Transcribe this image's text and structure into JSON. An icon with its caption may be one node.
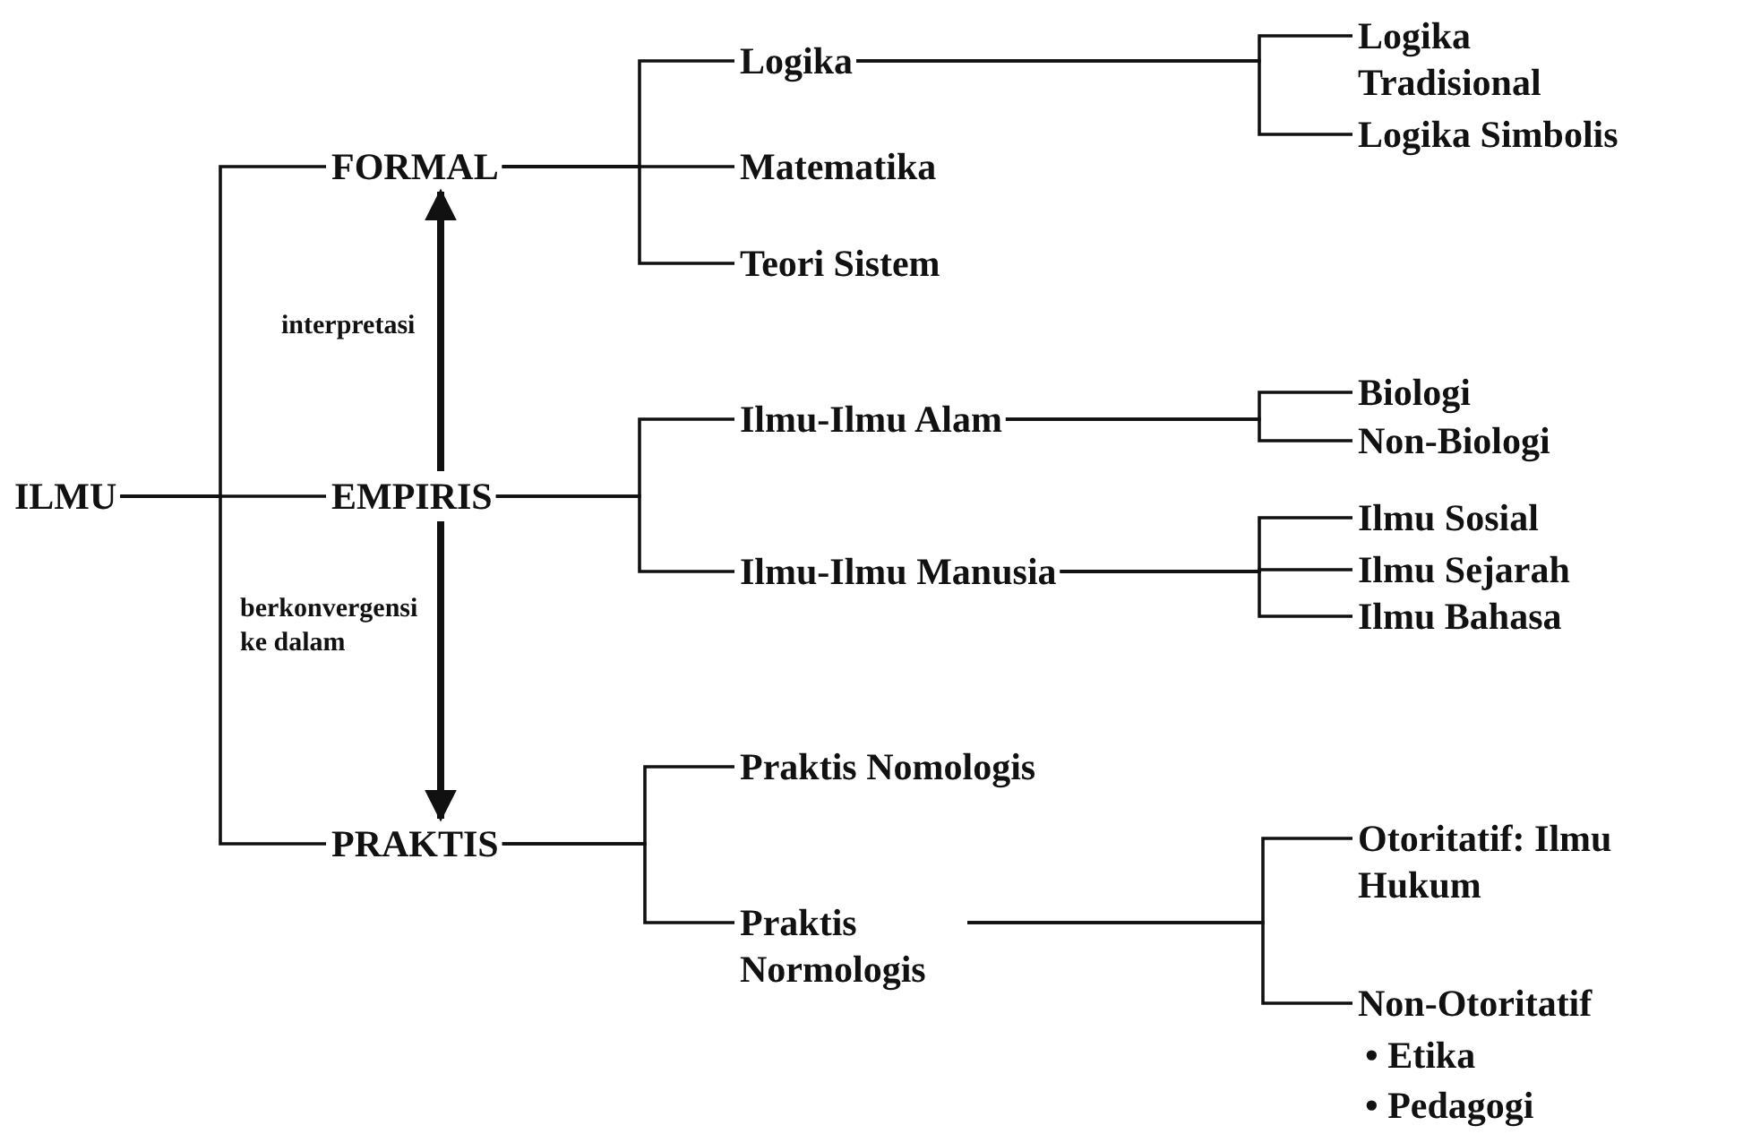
{
  "diagram": {
    "nodes": [
      {
        "text": [
          "ILMU"
        ]
      },
      {
        "text": [
          "FORMAL"
        ]
      },
      {
        "text": [
          "EMPIRIS"
        ]
      },
      {
        "text": [
          "PRAKTIS"
        ]
      },
      {
        "text": [
          "Logika"
        ]
      },
      {
        "text": [
          "Matematika"
        ]
      },
      {
        "text": [
          "Teori Sistem"
        ]
      },
      {
        "text": [
          "Logika Tradisional"
        ]
      },
      {
        "text": [
          "Logika Simbolis"
        ]
      },
      {
        "text": [
          "Ilmu-Ilmu Alam"
        ]
      },
      {
        "text": [
          "Ilmu-Ilmu Manusia"
        ]
      },
      {
        "text": [
          "Biologi"
        ]
      },
      {
        "text": [
          "Non-Biologi"
        ]
      },
      {
        "text": [
          "Ilmu Sosial"
        ]
      },
      {
        "text": [
          "Ilmu Sejarah"
        ]
      },
      {
        "text": [
          "Ilmu Bahasa"
        ]
      },
      {
        "text": [
          "Praktis Nomologis"
        ]
      },
      {
        "text": [
          "Praktis Normologis"
        ]
      },
      {
        "text": [
          "Otoritatif: Ilmu Hukum"
        ]
      },
      {
        "text": [
          "Non-Otoritatif",
          "• Etika",
          "• Pedagogi"
        ]
      }
    ],
    "edges": [
      {
        "from": 0,
        "to": 1,
        "arrow": "none"
      },
      {
        "from": 0,
        "to": 2,
        "arrow": "none"
      },
      {
        "from": 0,
        "to": 3,
        "arrow": "none"
      },
      {
        "from": 2,
        "to": 1,
        "arrow": "to",
        "label": "interpretasi",
        "style": "thick"
      },
      {
        "from": 2,
        "to": 3,
        "arrow": "to",
        "label": "berkonvergensi ke dalam",
        "style": "thick"
      },
      {
        "from": 1,
        "to": 4,
        "arrow": "none"
      },
      {
        "from": 1,
        "to": 5,
        "arrow": "none"
      },
      {
        "from": 1,
        "to": 6,
        "arrow": "none"
      },
      {
        "from": 4,
        "to": 7,
        "arrow": "none"
      },
      {
        "from": 4,
        "to": 8,
        "arrow": "none"
      },
      {
        "from": 2,
        "to": 9,
        "arrow": "none"
      },
      {
        "from": 2,
        "to": 10,
        "arrow": "none"
      },
      {
        "from": 9,
        "to": 11,
        "arrow": "none"
      },
      {
        "from": 9,
        "to": 12,
        "arrow": "none"
      },
      {
        "from": 10,
        "to": 13,
        "arrow": "none"
      },
      {
        "from": 10,
        "to": 14,
        "arrow": "none"
      },
      {
        "from": 10,
        "to": 15,
        "arrow": "none"
      },
      {
        "from": 3,
        "to": 16,
        "arrow": "none"
      },
      {
        "from": 3,
        "to": 17,
        "arrow": "none"
      },
      {
        "from": 17,
        "to": 18,
        "arrow": "none"
      },
      {
        "from": 17,
        "to": 19,
        "arrow": "none"
      }
    ]
  }
}
